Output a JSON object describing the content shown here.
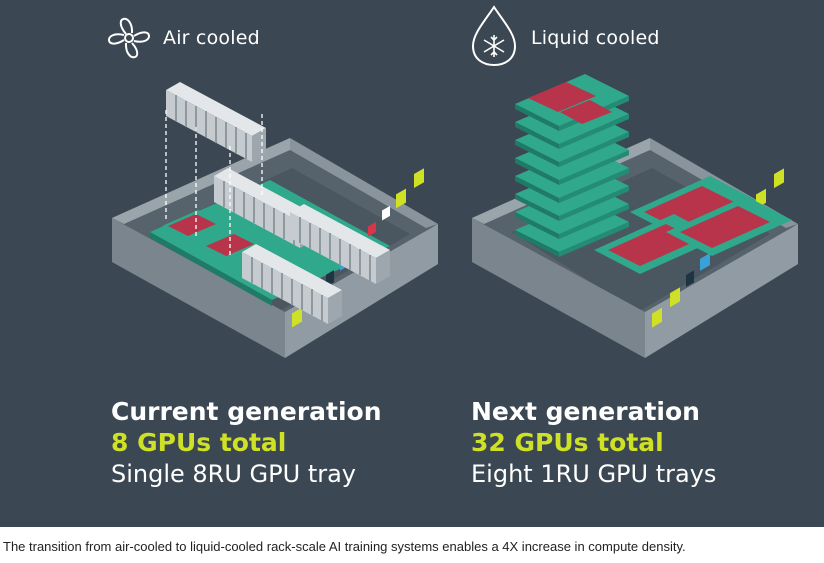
{
  "left_panel": {
    "legend": {
      "icon": "fan-icon",
      "label": "Air cooled"
    },
    "generation": "Current generation",
    "gpu_total": "8 GPUs total",
    "tray": "Single 8RU GPU tray"
  },
  "right_panel": {
    "legend": {
      "icon": "water-drop-snowflake-icon",
      "label": "Liquid cooled"
    },
    "generation": "Next generation",
    "gpu_total": "32 GPUs total",
    "tray": "Eight 1RU GPU trays"
  },
  "caption": "The transition from air-cooled to liquid-cooled rack-scale AI training systems enables a 4X increase in compute density.",
  "colors": {
    "background": "#3b4752",
    "accent": "#cfe125",
    "board": "#2fa88c",
    "gpu_chip": "#b8344a",
    "chassis": "#8a969f",
    "heatsink": "#d2d6d9"
  }
}
